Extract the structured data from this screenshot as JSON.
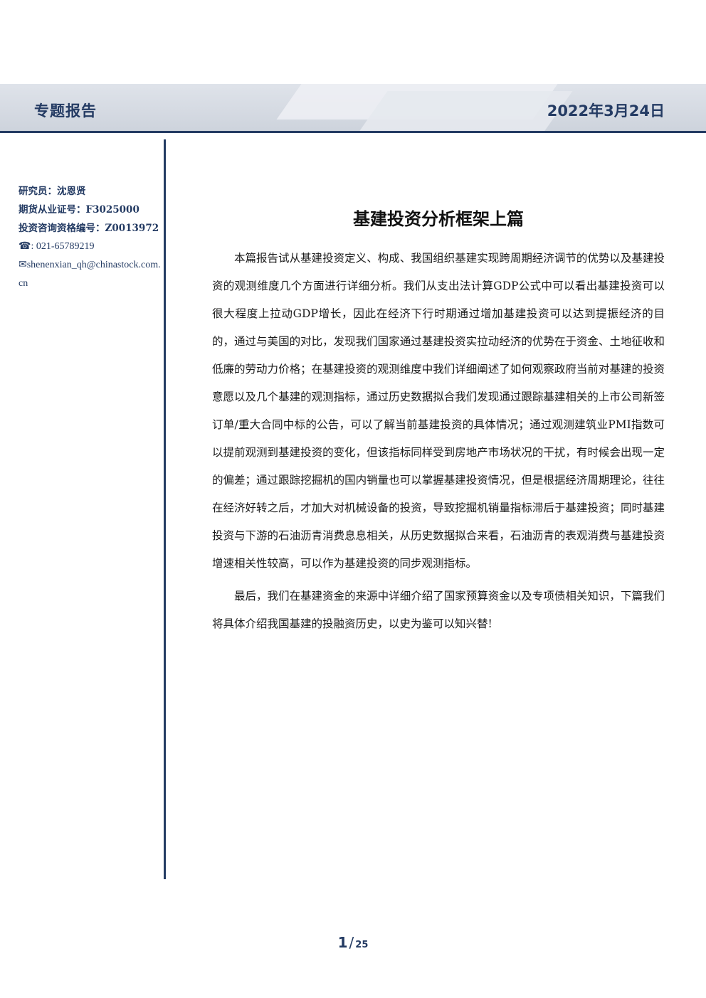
{
  "header": {
    "report_type": "专题报告",
    "date": "2022年3月24日"
  },
  "sidebar": {
    "researcher": "研究员：沈恩贤",
    "futures_cert": "期货从业证号：F3025000",
    "invest_cert": "投资咨询资格编号：Z0013972",
    "phone_icon": "☎",
    "phone": ": 021-65789219",
    "email_icon": "✉",
    "email": "shenenxian_qh@chinastock.com.cn"
  },
  "article": {
    "title": "基建投资分析框架上篇",
    "paragraphs": [
      "本篇报告试从基建投资定义、构成、我国组织基建实现跨周期经济调节的优势以及基建投资的观测维度几个方面进行详细分析。我们从支出法计算GDP公式中可以看出基建投资可以很大程度上拉动GDP增长，因此在经济下行时期通过增加基建投资可以达到提振经济的目的，通过与美国的对比，发现我们国家通过基建投资实拉动经济的优势在于资金、土地征收和低廉的劳动力价格；在基建投资的观测维度中我们详细阐述了如何观察政府当前对基建的投资意愿以及几个基建的观测指标，通过历史数据拟合我们发现通过跟踪基建相关的上市公司新签订单/重大合同中标的公告，可以了解当前基建投资的具体情况；通过观测建筑业PMI指数可以提前观测到基建投资的变化，但该指标同样受到房地产市场状况的干扰，有时候会出现一定的偏差；通过跟踪挖掘机的国内销量也可以掌握基建投资情况，但是根据经济周期理论，往往在经济好转之后，才加大对机械设备的投资，导致挖掘机销量指标滞后于基建投资；同时基建投资与下游的石油沥青消费息息相关，从历史数据拟合来看，石油沥青的表观消费与基建投资增速相关性较高，可以作为基建投资的同步观测指标。",
      "最后，我们在基建资金的来源中详细介绍了国家预算资金以及专项债相关知识，下篇我们将具体介绍我国基建的投融资历史，以史为鉴可以知兴替!"
    ]
  },
  "footer": {
    "page_current": "1",
    "page_separator": "/",
    "page_total": "25"
  }
}
